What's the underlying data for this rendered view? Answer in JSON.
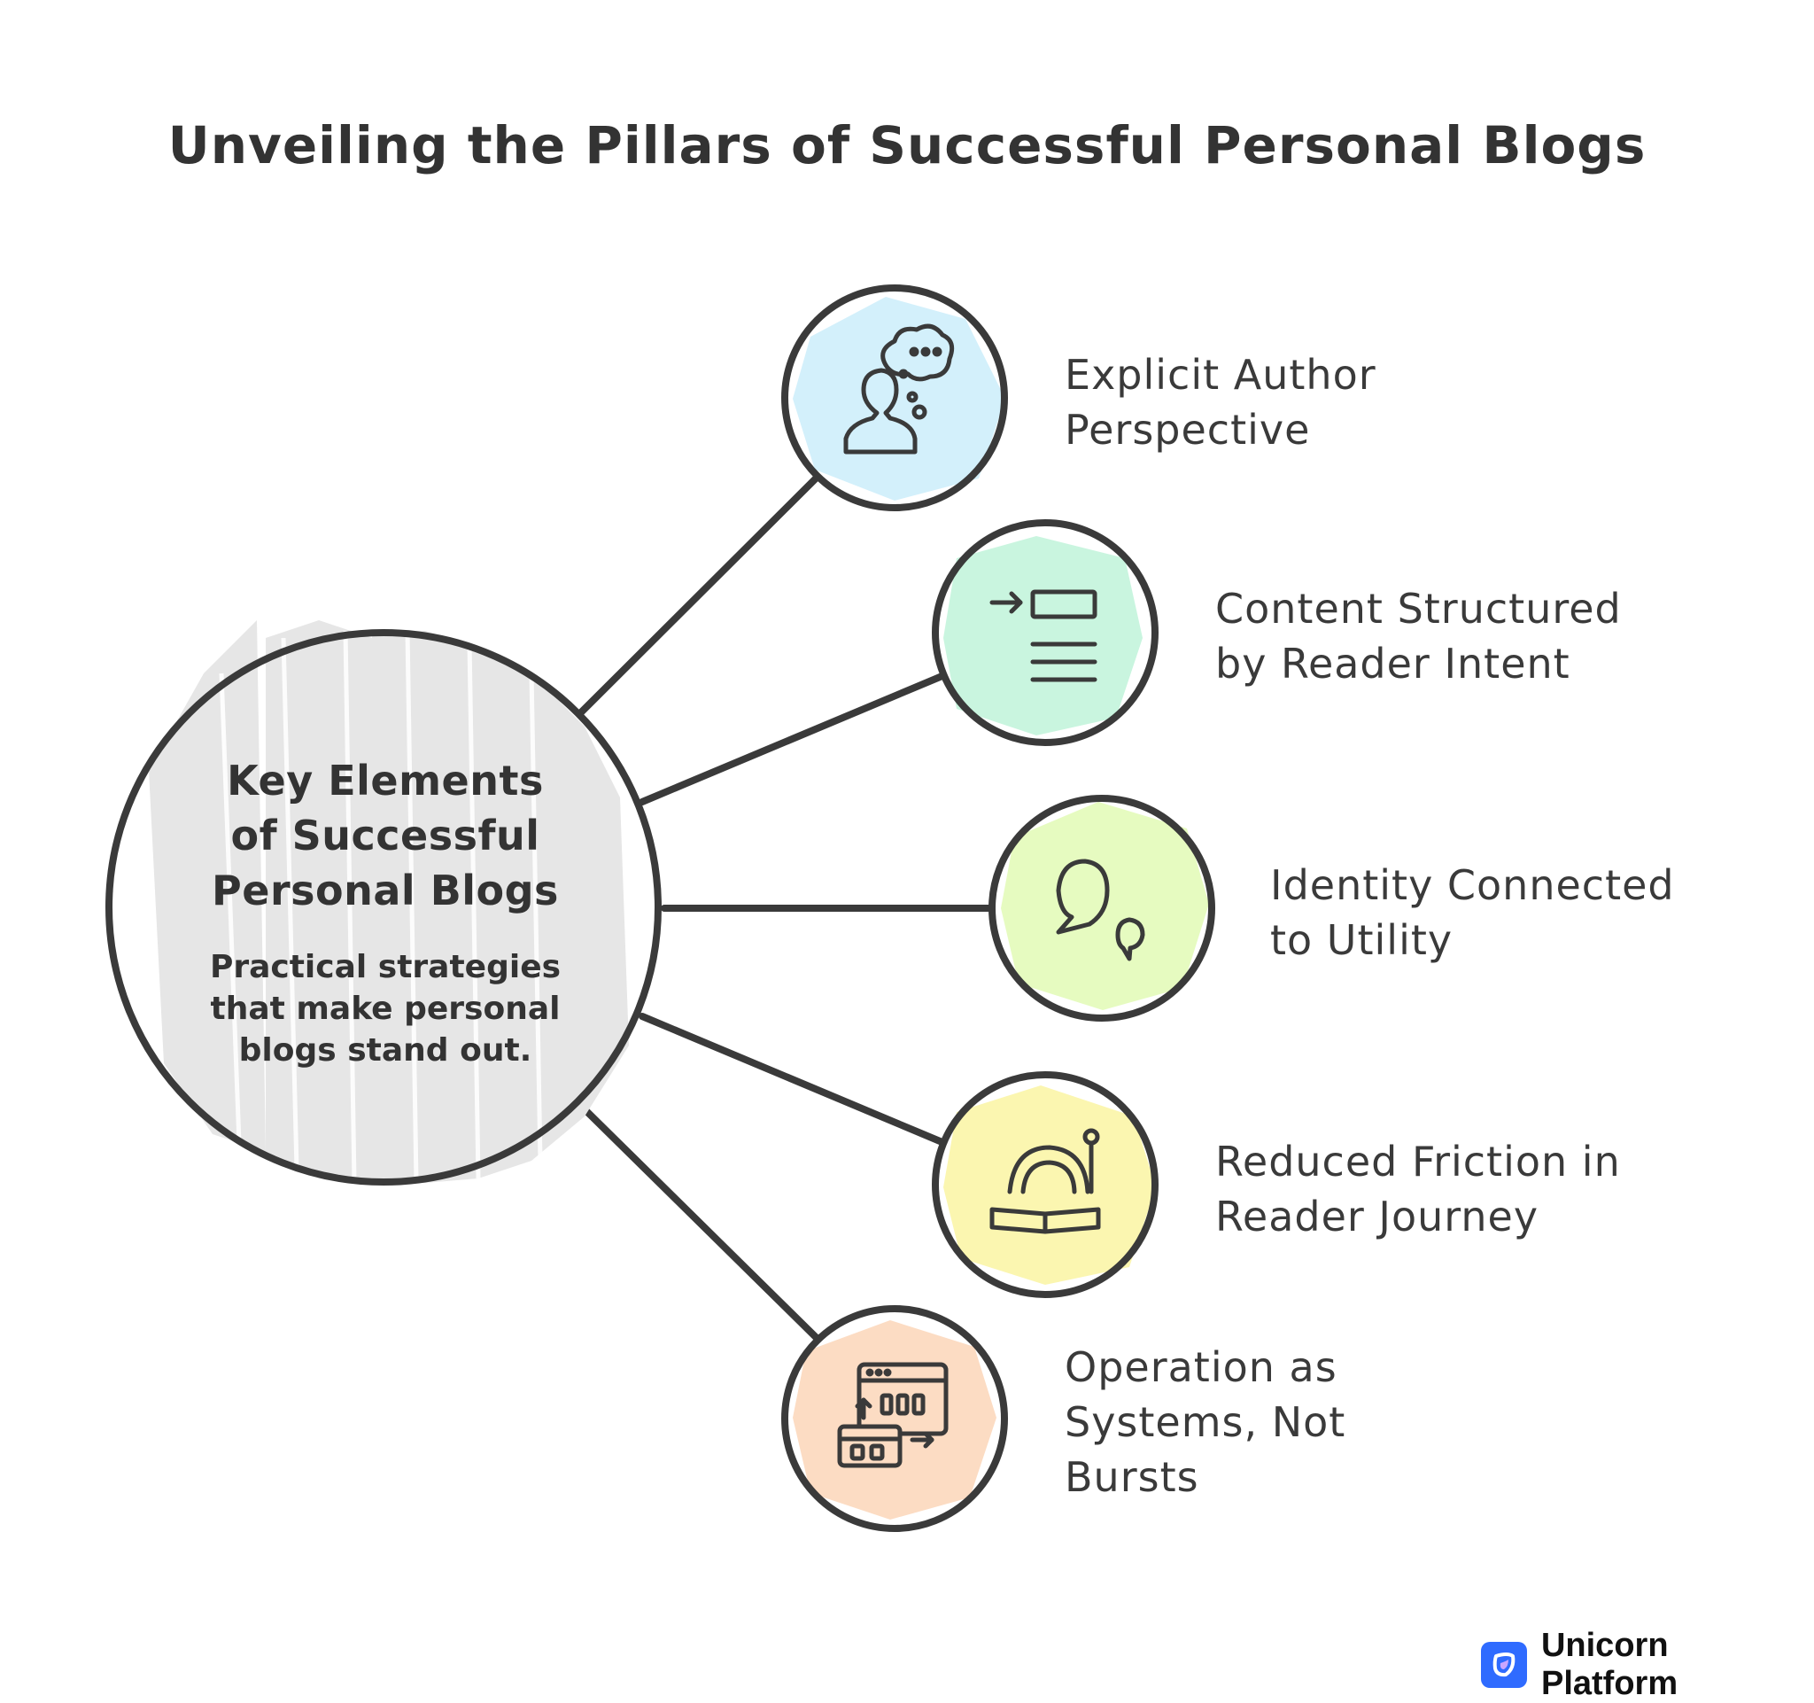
{
  "title": "Unveiling the Pillars of Successful Personal Blogs",
  "center": {
    "title_lines": [
      "Key Elements",
      "of Successful",
      "Personal Blogs"
    ],
    "subtitle_lines": [
      "Practical strategies",
      "that make personal",
      "blogs stand out."
    ]
  },
  "pillars": [
    {
      "lines": [
        "Explicit Author",
        "Perspective"
      ],
      "color": "#d3f0fb",
      "icon": "person-thinking-icon"
    },
    {
      "lines": [
        "Content Structured",
        "by Reader Intent"
      ],
      "color": "#c9f5df",
      "icon": "document-structure-icon"
    },
    {
      "lines": [
        "Identity Connected",
        "to Utility"
      ],
      "color": "#e6fbc0",
      "icon": "speech-bubbles-icon"
    },
    {
      "lines": [
        "Reduced Friction in",
        "Reader Journey"
      ],
      "color": "#fbf6b0",
      "icon": "reader-book-icon"
    },
    {
      "lines": [
        "Operation as",
        "Systems, Not",
        "Bursts"
      ],
      "color": "#fcdcc3",
      "icon": "system-windows-icon"
    }
  ],
  "colors": {
    "outline": "#3a3a3a",
    "center_fill": "#e8e8e8",
    "brand": "#2f6bff"
  },
  "brand": {
    "name": "Unicorn Platform",
    "icon": "unicorn-logo-icon"
  }
}
